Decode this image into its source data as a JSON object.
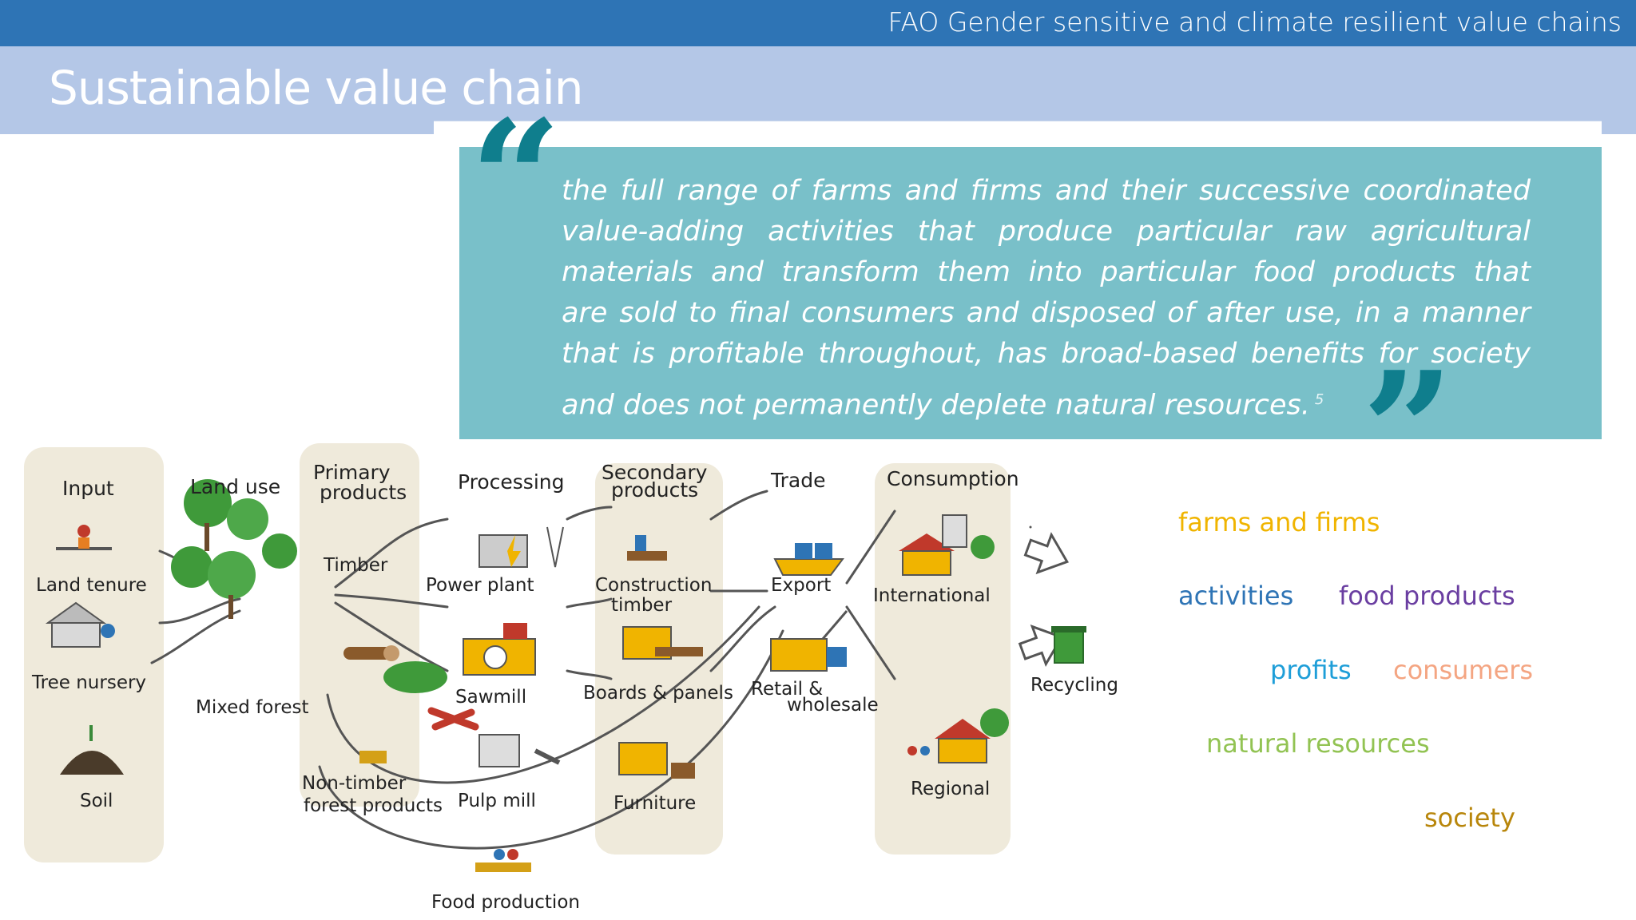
{
  "header": {
    "org_title": "FAO Gender sensitive and climate resilient value chains",
    "slide_title": "Sustainable value chain"
  },
  "quote": {
    "lines": [
      "the full range of farms and firms and their successive coordinated",
      "value-adding activities that produce particular raw agricultural",
      "materials and transform them into particular food products that",
      "are sold to final consumers and disposed of after use, in a manner",
      "that is profitable throughout, has broad-based benefits for society",
      "and does not permanently deplete natural resources."
    ],
    "footnote": "5",
    "open_mark": "“",
    "close_mark": "”"
  },
  "diagram": {
    "stages": {
      "input": "Input",
      "land_use": "Land use",
      "primary_1": "Primary",
      "primary_2": "products",
      "processing": "Processing",
      "secondary_1": "Secondary",
      "secondary_2": "products",
      "trade": "Trade",
      "consumption": "Consumption"
    },
    "nodes": {
      "land_tenure": "Land tenure",
      "tree_nursery": "Tree nursery",
      "soil": "Soil",
      "mixed_forest": "Mixed forest",
      "timber": "Timber",
      "non_timber_1": "Non-timber",
      "non_timber_2": "forest products",
      "power_plant": "Power plant",
      "sawmill": "Sawmill",
      "pulp_mill": "Pulp mill",
      "construction_1": "Construction",
      "construction_2": "timber",
      "boards_panels": "Boards & panels",
      "furniture": "Furniture",
      "export": "Export",
      "retail_1": "Retail &",
      "retail_2": "wholesale",
      "international": "International",
      "regional": "Regional",
      "recycling": "Recycling",
      "food_production": "Food production"
    }
  },
  "keywords": {
    "farms_and_firms": "farms and firms",
    "activities": "activities",
    "food_products": "food products",
    "profits": "profits",
    "consumers": "consumers",
    "natural_resources": "natural resources",
    "society": "society"
  },
  "colors": {
    "topbar": "#2e74b5",
    "titlebar": "#b4c7e7",
    "quote_box": "#79c0c9",
    "quote_marks": "#0f7e8d",
    "farms_and_firms": "#f0b400",
    "activities": "#2e74b5",
    "food_products": "#6a3ea1",
    "profits": "#1e9ed8",
    "consumers": "#f4a582",
    "natural_resources": "#92c353",
    "society": "#b8860b"
  }
}
